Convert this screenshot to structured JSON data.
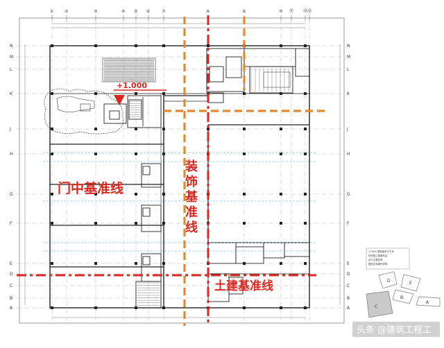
{
  "labels": {
    "elevation": "+1.000",
    "door_line": "门中基准线",
    "decor_line": [
      "装",
      "饰",
      "基",
      "准",
      "线"
    ],
    "civil_line": "土建基准线"
  },
  "top_axis_labels": [
    "①",
    "②",
    "③",
    "④",
    "⑤",
    "⑥",
    "⑦",
    "⑧",
    "⑨",
    "⑩",
    "⑪",
    "⑫",
    "⑬"
  ],
  "side_axis_labels": [
    "N",
    "M",
    "L",
    "K",
    "J",
    "H",
    "G",
    "F",
    "E",
    "D",
    "C",
    "B",
    "A"
  ],
  "key_plan": {
    "zones": [
      "D",
      "E",
      "B",
      "A",
      "C"
    ],
    "notes": [
      "1744m 建筑面积平方米",
      "地块施工楼面标高",
      "设计主要说明",
      "图纸目录编号说明"
    ]
  },
  "watermark": "头条 @建筑工程工",
  "colors": {
    "red_line": "#d7291f",
    "orange_dash": "#e5882c",
    "cyan_dash": "#6fcfc9",
    "wall": "#222222",
    "grid": "#8a8a8a"
  }
}
